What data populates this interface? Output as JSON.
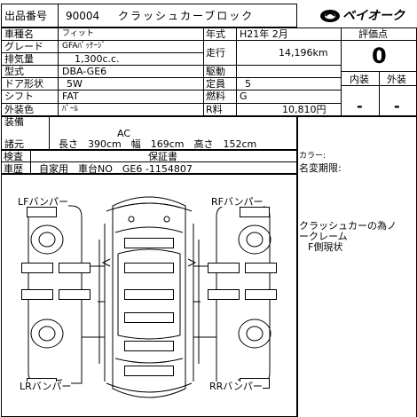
{
  "header": {
    "lot_label": "出品番号",
    "lot_number": "90004",
    "title": "クラッシュカーブロック",
    "brand": "ベイオーク"
  },
  "rows": {
    "model_label": "車種名",
    "model_value": "フィット",
    "grade_label": "グレード",
    "grade_value": "GFAﾊﾟｯｹｰｼﾞ",
    "displacement_label": "排気量",
    "displacement_value": "1,300c.c.",
    "type_label": "型式",
    "type_value": "DBA-GE6",
    "doors_label": "ドア形状",
    "doors_value": "5W",
    "shift_label": "シフト",
    "shift_value": "FAT",
    "color_label": "外装色",
    "color_value": "ﾊﾟｰﾙ",
    "year_label": "年式",
    "year_value": "H21年 2月",
    "mileage_label": "走行",
    "mileage_value": "14,196km",
    "drive_label": "駆動",
    "drive_value": "",
    "seats_label": "定員",
    "seats_value": "5",
    "fuel_label": "燃料",
    "fuel_value": "G",
    "rfee_label": "R料",
    "rfee_value": "10,810円"
  },
  "score": {
    "label": "評価点",
    "value": "0",
    "interior_label": "内装",
    "exterior_label": "外装",
    "interior_value": "-",
    "exterior_value": "-"
  },
  "equipment": {
    "label": "装備",
    "value": "AC",
    "dims_label": "諸元",
    "dims_value": "長さ　390cm　幅　169cm　高さ　152cm"
  },
  "inspection": {
    "label1": "検査",
    "label2": "車歴",
    "warranty_label": "保証書",
    "history_value": "自家用　車台NO　GE6 -1154807",
    "color_note_label": "カラー:",
    "rename_label": "名変期限:"
  },
  "diagram": {
    "lf": "LFバンパー",
    "rf": "RFバンパー",
    "lr": "LRバンパー",
    "rr": "RRバンパー"
  },
  "notes": {
    "line1": "クラッシュカーの為ノ",
    "line2": "ークレーム",
    "line3": "F側現状"
  }
}
